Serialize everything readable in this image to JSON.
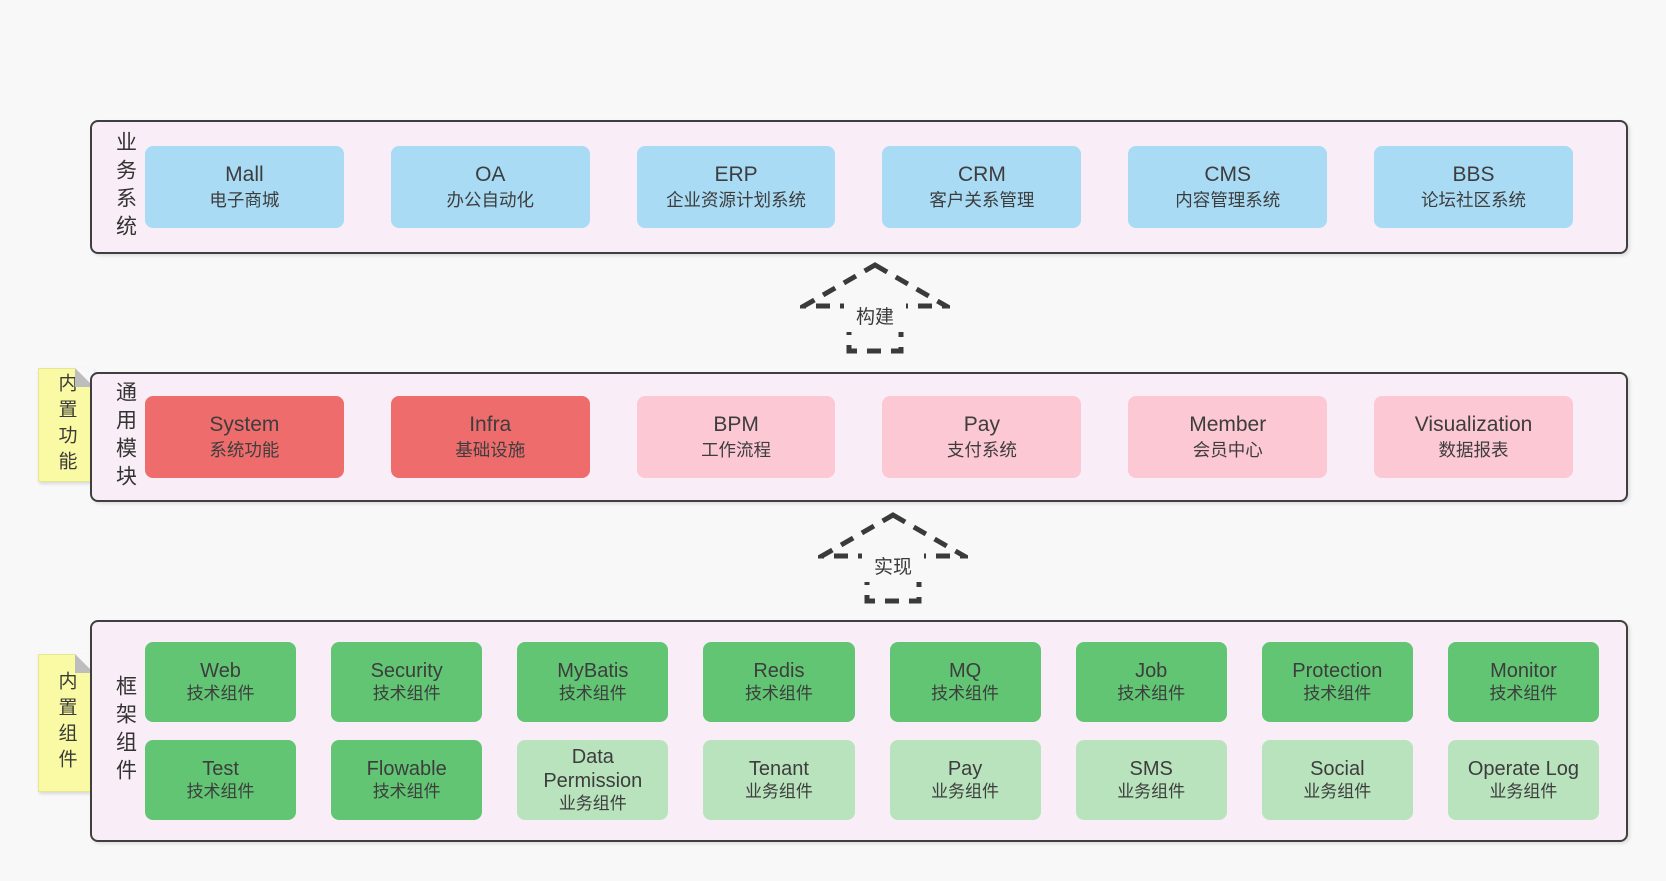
{
  "palette": {
    "page-bg": "#f8f8f8",
    "panel-bg": "#f9eef7",
    "panel-border": "#3f3f3f",
    "blue": "#a9dbf5",
    "red": "#ef6c6c",
    "pink": "#fcc8d3",
    "green": "#61c573",
    "lightgreen": "#b8e3bd",
    "note-yellow": "#fafaa4",
    "fold-gray": "#bdbdbd",
    "arrow": "#3a3a3a",
    "text": "#3d3d3d"
  },
  "arrows": [
    {
      "label": "构建"
    },
    {
      "label": "实现"
    }
  ],
  "sections": [
    {
      "label": "业务系统",
      "boxes": [
        {
          "name": "Mall",
          "subtitle": "电子商城",
          "variant": "blue"
        },
        {
          "name": "OA",
          "subtitle": "办公自动化",
          "variant": "blue"
        },
        {
          "name": "ERP",
          "subtitle": "企业资源计划系统",
          "variant": "blue"
        },
        {
          "name": "CRM",
          "subtitle": "客户关系管理",
          "variant": "blue"
        },
        {
          "name": "CMS",
          "subtitle": "内容管理系统",
          "variant": "blue"
        },
        {
          "name": "BBS",
          "subtitle": "论坛社区系统",
          "variant": "blue"
        }
      ]
    },
    {
      "label": "通用模块",
      "note": "内置功能",
      "boxes": [
        {
          "name": "System",
          "subtitle": "系统功能",
          "variant": "red"
        },
        {
          "name": "Infra",
          "subtitle": "基础设施",
          "variant": "red"
        },
        {
          "name": "BPM",
          "subtitle": "工作流程",
          "variant": "pink"
        },
        {
          "name": "Pay",
          "subtitle": "支付系统",
          "variant": "pink"
        },
        {
          "name": "Member",
          "subtitle": "会员中心",
          "variant": "pink"
        },
        {
          "name": "Visualization",
          "subtitle": "数据报表",
          "variant": "pink"
        }
      ]
    },
    {
      "label": "框架组件",
      "note": "内置组件",
      "rows": [
        [
          {
            "name": "Web",
            "subtitle": "技术组件",
            "variant": "green"
          },
          {
            "name": "Security",
            "subtitle": "技术组件",
            "variant": "green"
          },
          {
            "name": "MyBatis",
            "subtitle": "技术组件",
            "variant": "green"
          },
          {
            "name": "Redis",
            "subtitle": "技术组件",
            "variant": "green"
          },
          {
            "name": "MQ",
            "subtitle": "技术组件",
            "variant": "green"
          },
          {
            "name": "Job",
            "subtitle": "技术组件",
            "variant": "green"
          },
          {
            "name": "Protection",
            "subtitle": "技术组件",
            "variant": "green"
          },
          {
            "name": "Monitor",
            "subtitle": "技术组件",
            "variant": "green"
          }
        ],
        [
          {
            "name": "Test",
            "subtitle": "技术组件",
            "variant": "green"
          },
          {
            "name": "Flowable",
            "subtitle": "技术组件",
            "variant": "green"
          },
          {
            "name": "Data Permission",
            "subtitle": "业务组件",
            "variant": "lightgreen"
          },
          {
            "name": "Tenant",
            "subtitle": "业务组件",
            "variant": "lightgreen"
          },
          {
            "name": "Pay",
            "subtitle": "业务组件",
            "variant": "lightgreen"
          },
          {
            "name": "SMS",
            "subtitle": "业务组件",
            "variant": "lightgreen"
          },
          {
            "name": "Social",
            "subtitle": "业务组件",
            "variant": "lightgreen"
          },
          {
            "name": "Operate Log",
            "subtitle": "业务组件",
            "variant": "lightgreen"
          }
        ]
      ]
    }
  ]
}
